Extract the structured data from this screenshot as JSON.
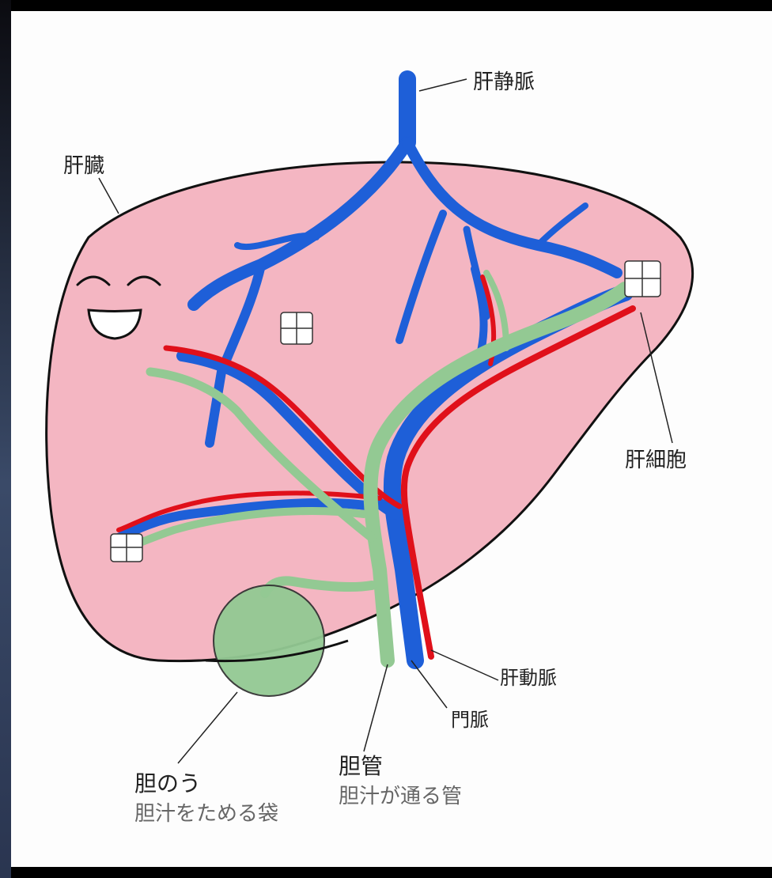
{
  "labels": {
    "liver": "肝臓",
    "hepatic_vein": "肝静脈",
    "hepatocyte": "肝細胞",
    "hepatic_artery": "肝動脈",
    "portal_vein": "門脈",
    "bile_duct": "胆管",
    "bile_duct_desc": "胆汁が通る管",
    "gallbladder": "胆のう",
    "gallbladder_desc": "胆汁をためる袋"
  },
  "colors": {
    "liver_fill": "#f4b6c2",
    "vein_blue": "#1e5fd8",
    "artery_red": "#e0101a",
    "bile_green": "#93c993",
    "outline": "#111111"
  }
}
